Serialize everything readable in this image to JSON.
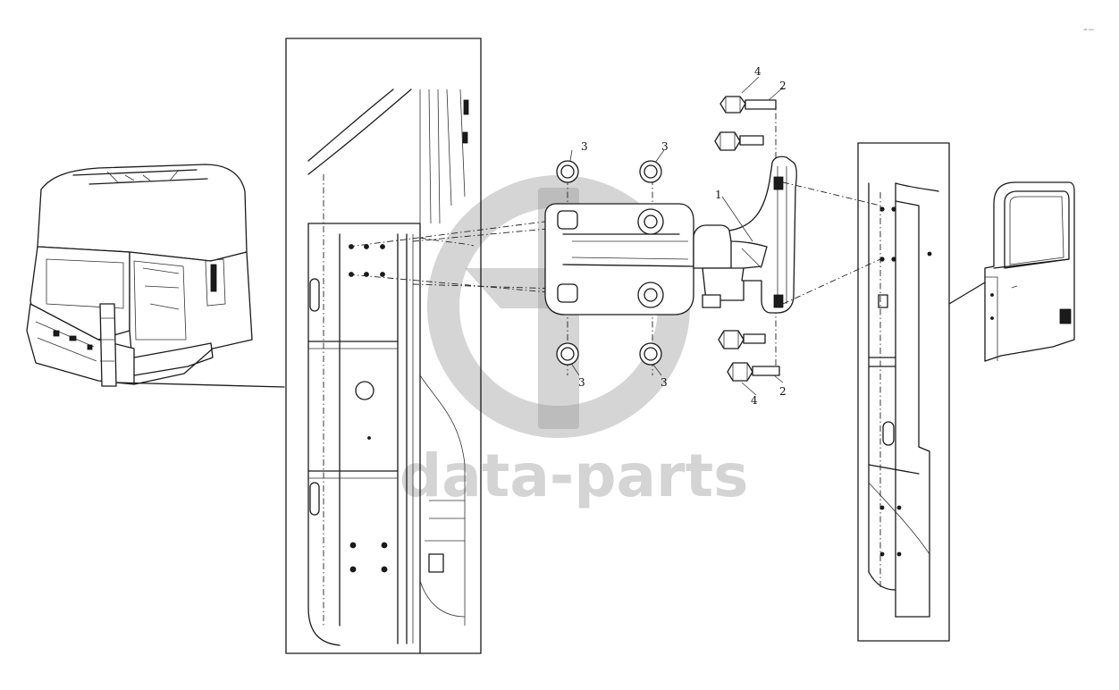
{
  "diagram": {
    "callouts": [
      {
        "id": "callout-1",
        "label": "1"
      },
      {
        "id": "callout-2-top",
        "label": "2"
      },
      {
        "id": "callout-2-bottom",
        "label": "2"
      },
      {
        "id": "callout-3-top-left",
        "label": "3"
      },
      {
        "id": "callout-3-top-right",
        "label": "3"
      },
      {
        "id": "callout-3-bottom-left",
        "label": "3"
      },
      {
        "id": "callout-3-bottom-right",
        "label": "3"
      },
      {
        "id": "callout-4-top",
        "label": "4"
      },
      {
        "id": "callout-4-bottom",
        "label": "4"
      }
    ],
    "corner_mark": "ᵃᴮ ᴬᴬᴬ"
  },
  "watermark": {
    "text": "data-parts",
    "color": "#9a9a9a"
  },
  "colors": {
    "line": "#1a1a1a",
    "background": "#ffffff"
  }
}
